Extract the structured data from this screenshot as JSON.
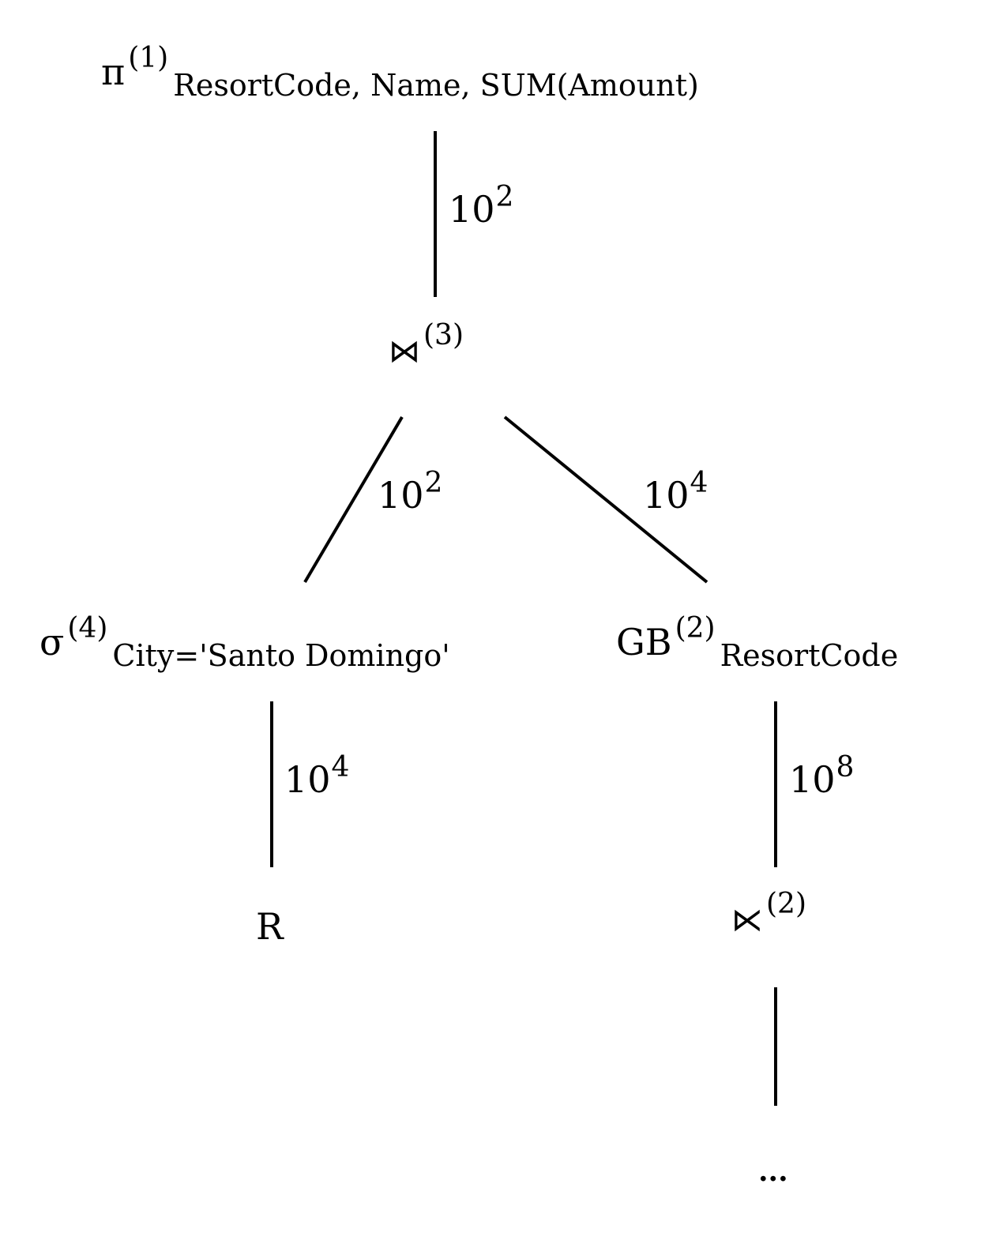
{
  "nodes": {
    "projection": {
      "symbol": "π",
      "index": "(1)",
      "subscript": "ResortCode, Name, SUM(Amount)"
    },
    "join": {
      "symbol": "⋈",
      "index": "(3)"
    },
    "selection": {
      "symbol": "σ",
      "index": "(4)",
      "subscript": "City='Santo Domingo'"
    },
    "group_by": {
      "symbol": "GB",
      "index": "(2)",
      "subscript": "ResortCode"
    },
    "relation_r": {
      "text": "R"
    },
    "semijoin": {
      "symbol": "⋉",
      "index": "(2)"
    },
    "continuation": {
      "text": "..."
    }
  },
  "edges": {
    "join_to_projection": {
      "base": "10",
      "exponent": "2"
    },
    "selection_to_join": {
      "base": "10",
      "exponent": "2"
    },
    "groupby_to_join": {
      "base": "10",
      "exponent": "4"
    },
    "r_to_selection": {
      "base": "10",
      "exponent": "4"
    },
    "semijoin_to_groupby": {
      "base": "10",
      "exponent": "8"
    }
  }
}
